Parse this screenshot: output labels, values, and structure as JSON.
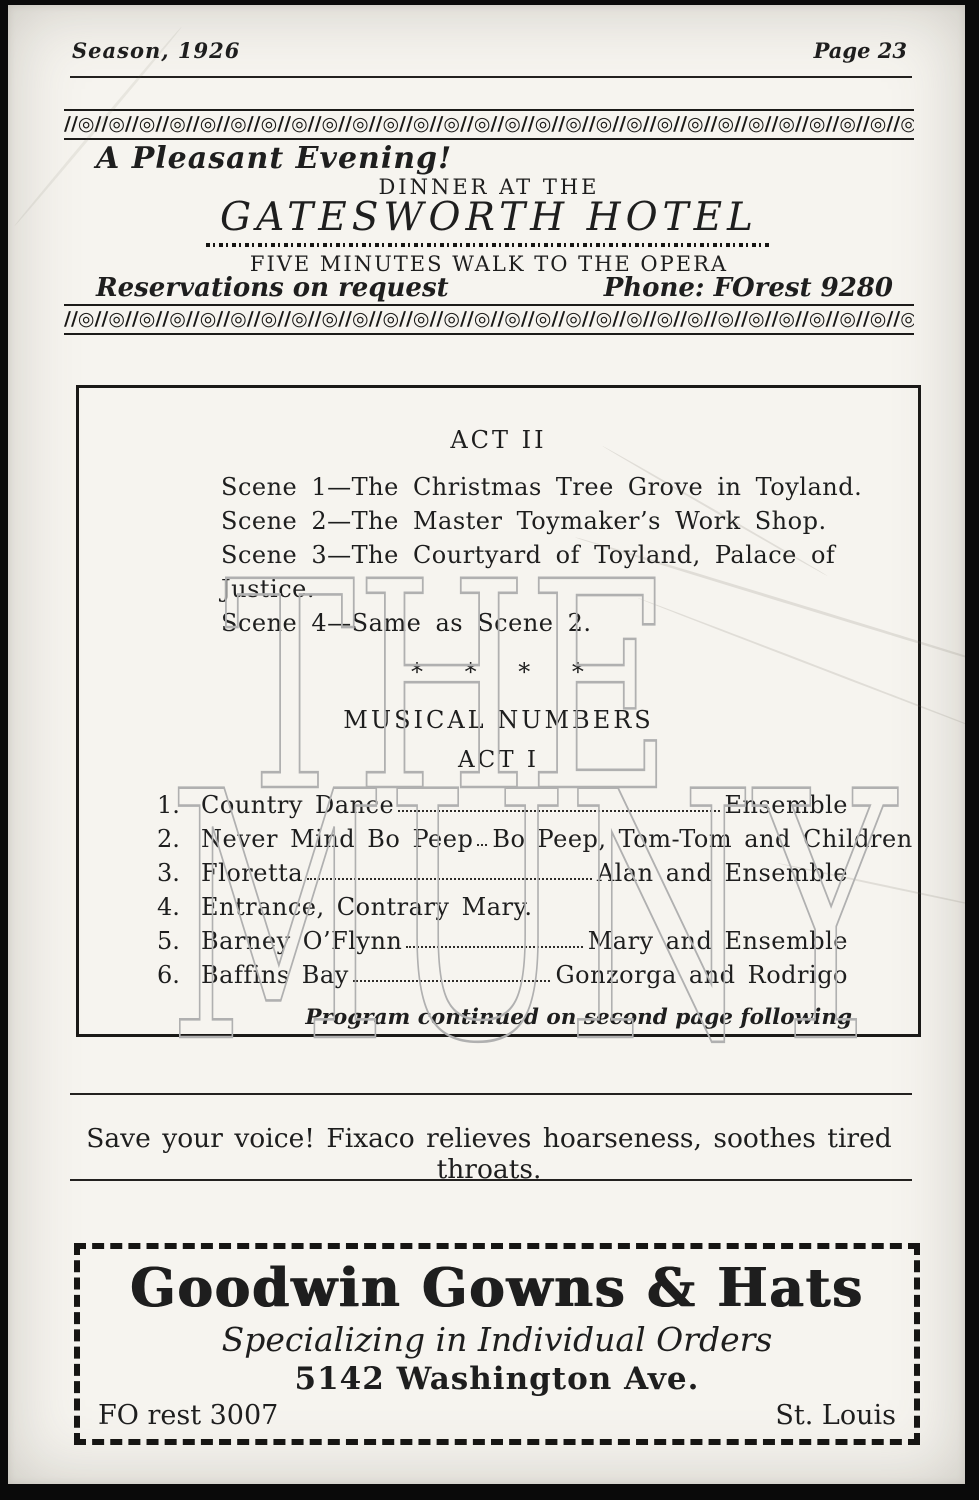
{
  "header": {
    "season": "Season, 1926",
    "page_number": "Page 23"
  },
  "ornament": {
    "swirl": "∕∕◎∕∕◎∕∕◎∕∕◎∕∕◎∕∕◎∕∕◎∕∕◎∕∕◎∕∕◎∕∕◎∕∕◎∕∕◎∕∕◎∕∕◎∕∕◎∕∕◎∕∕◎∕∕◎∕∕◎∕∕◎∕∕◎∕∕◎∕∕◎∕∕◎∕∕◎∕∕◎∕∕◎∕∕◎∕∕◎"
  },
  "hotel_ad": {
    "tagline": "A Pleasant Evening!",
    "kicker": "DINNER AT THE",
    "name": "GATESWORTH HOTEL",
    "walk_line": "FIVE MINUTES WALK TO THE OPERA",
    "reservations": "Reservations on request",
    "phone": "Phone: FOrest 9280"
  },
  "program": {
    "act2_title": "ACT II",
    "scenes": [
      "Scene 1—The Christmas Tree Grove in Toyland.",
      "Scene 2—The Master Toymaker’s Work Shop.",
      "Scene 3—The Courtyard of Toyland, Palace of Justice.",
      "Scene 4—Same as Scene 2."
    ],
    "stars": "* * * *",
    "musical_numbers_title": "MUSICAL NUMBERS",
    "act1_title": "ACT I",
    "numbers": [
      {
        "no": "1.",
        "title": "Country Dance",
        "cast": "Ensemble",
        "leader": true
      },
      {
        "no": "2.",
        "title": "Never Mind Bo Peep",
        "cast": "Bo Peep, Tom-Tom and Children",
        "leader": true
      },
      {
        "no": "3.",
        "title": "Floretta",
        "cast": "Alan and Ensemble",
        "leader": true
      },
      {
        "no": "4.",
        "title": "Entrance, Contrary Mary.",
        "cast": "",
        "leader": false
      },
      {
        "no": "5.",
        "title": "Barney O’Flynn",
        "cast": "Mary and Ensemble",
        "leader": true
      },
      {
        "no": "6.",
        "title": "Baffins Bay",
        "cast": "Gonzorga and Rodrigo",
        "leader": true
      }
    ],
    "continued": "Program continued on second page following"
  },
  "fixaco_ad": {
    "text": "Save your voice! Fixaco relieves hoarseness, soothes tired throats."
  },
  "goodwin_ad": {
    "name": "Goodwin Gowns & Hats",
    "subtitle": "Specializing in Individual Orders",
    "address": "5142 Washington Ave.",
    "phone": "FO rest 3007",
    "city": "St. Louis"
  },
  "watermark": {
    "line1": "THE",
    "line2": "MUNY"
  },
  "colors": {
    "paper": "#f6f4ef",
    "ink": "#1e1e1e",
    "watermark": "#b0b0b0"
  }
}
